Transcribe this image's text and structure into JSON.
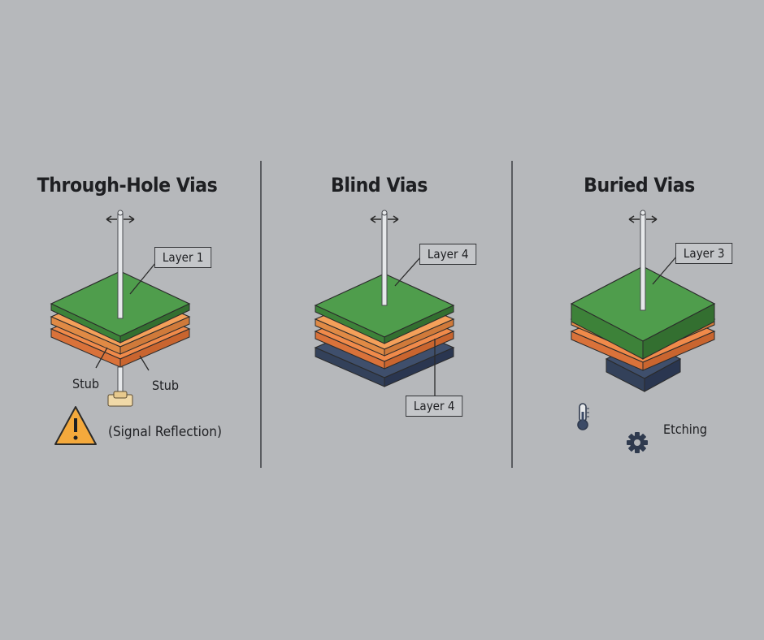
{
  "panels": [
    {
      "title": "Through-Hole Vias",
      "labels": {
        "top": "Layer 1",
        "stub_left": "Stub",
        "stub_right": "Stub",
        "warning": "(Signal Reflection)"
      }
    },
    {
      "title": "Blind Vias",
      "labels": {
        "top": "Layer 4",
        "bottom": "Layer 4"
      }
    },
    {
      "title": "Buried Vias",
      "labels": {
        "top": "Layer 3",
        "process": "Etching"
      }
    }
  ],
  "colors": {
    "background": "#b6b8bb",
    "green_layer": "#4c9a4a",
    "orange_layer": "#f08a4a",
    "navy_layer": "#3b4a66",
    "warning": "#f4a93c"
  },
  "icons": [
    "rotate-arrows-icon",
    "warning-icon",
    "thermometer-icon",
    "gear-icon"
  ]
}
